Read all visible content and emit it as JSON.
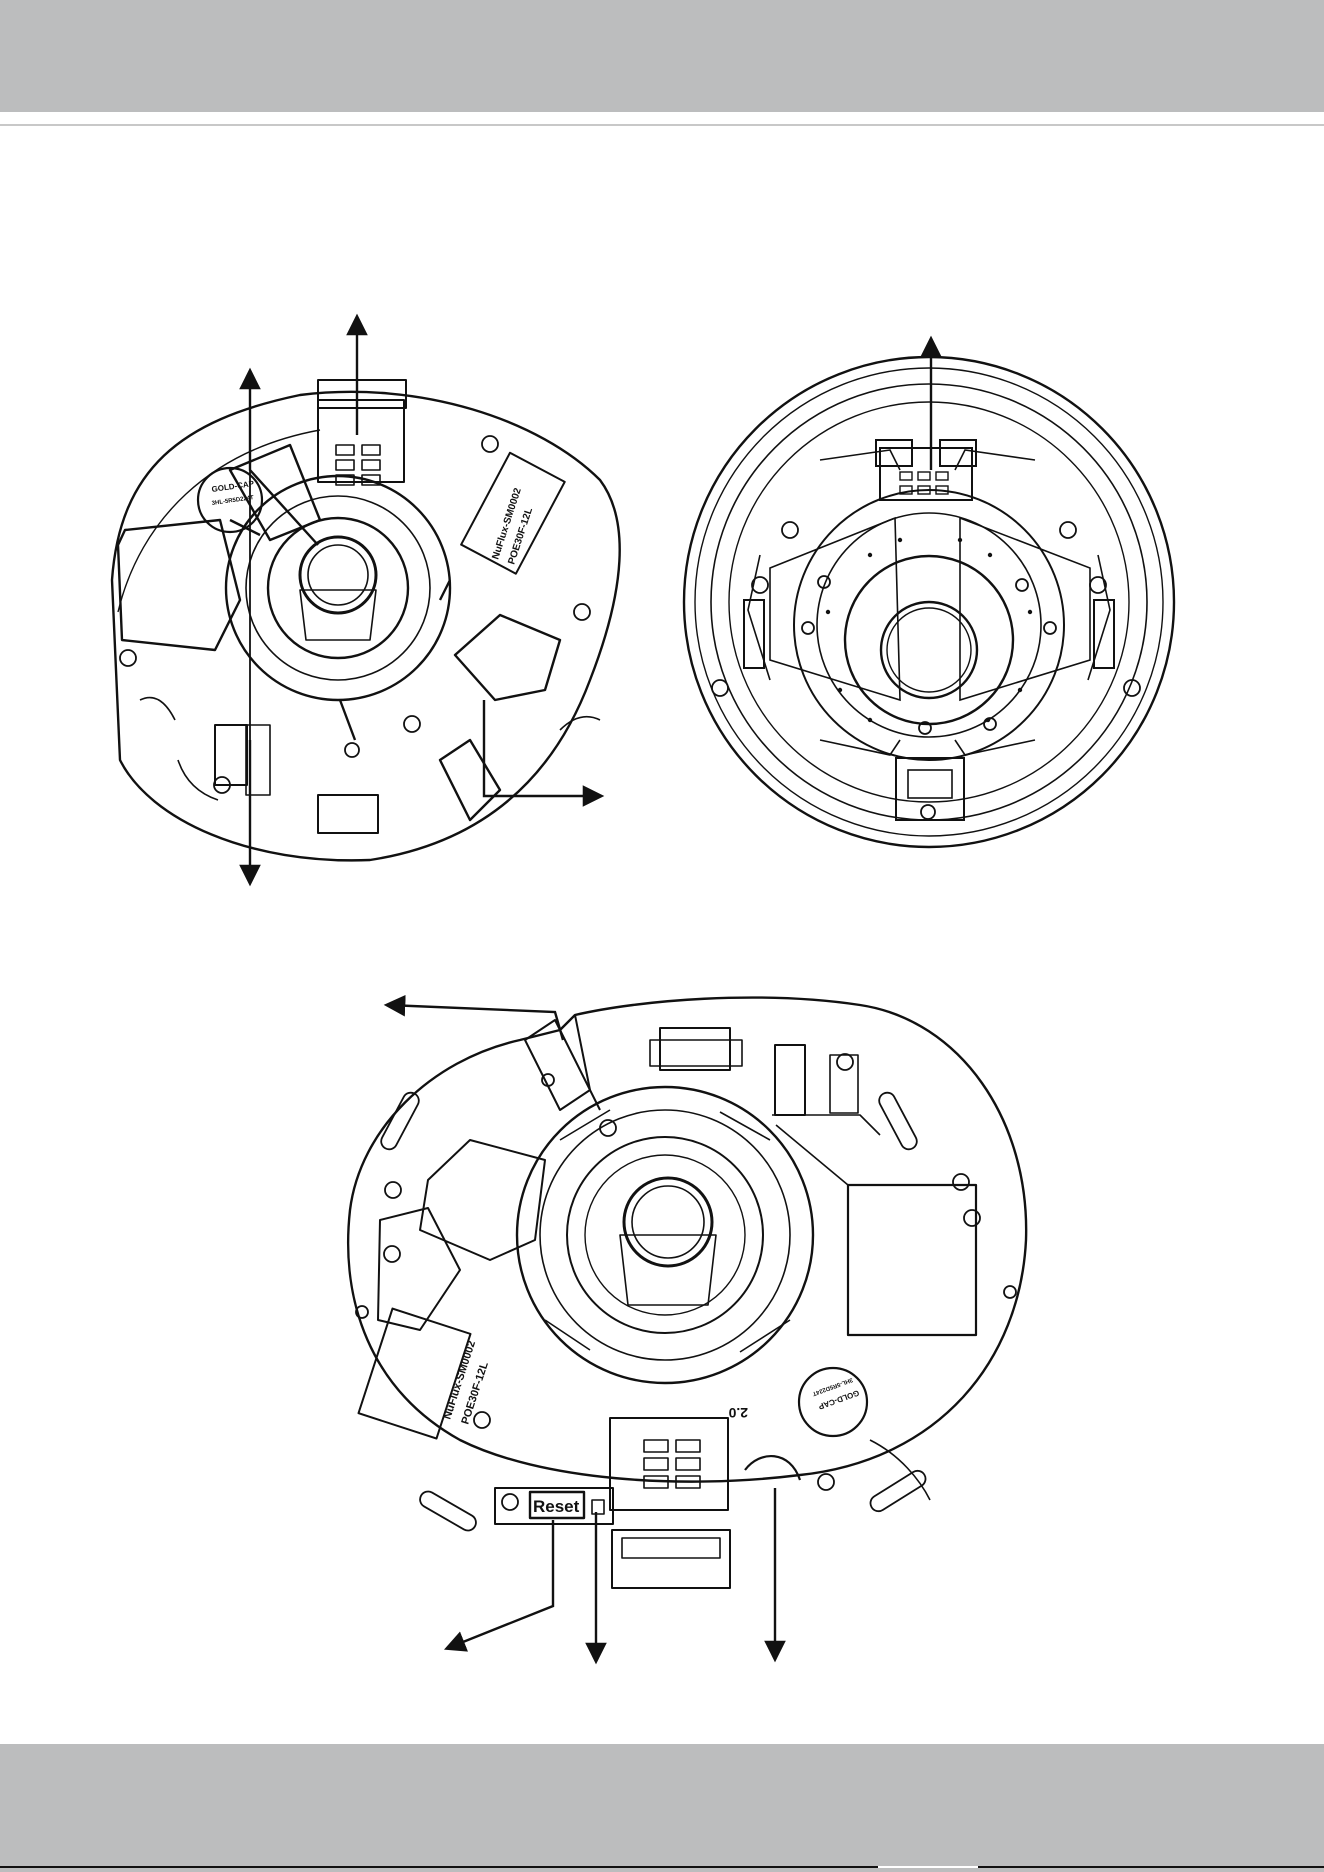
{
  "colors": {
    "header_band": "#bcbdbe",
    "footer_band": "#bcbdbe",
    "line": "#111111"
  },
  "figure_top_left": {
    "label_gold_cap": "GOLD-CAP",
    "label_gold_cap_code": "3HL-5R5D224T",
    "sticker_line1": "NuFlux-SM0002",
    "sticker_line2": "POE30F-12L"
  },
  "figure_bottom": {
    "reset_label": "Reset",
    "version_mark": "2.0",
    "label_gold_cap": "GOLD-CAP",
    "label_gold_cap_code": "3HL-5R5D224T",
    "sticker_line1": "NuFlux-SM0002",
    "sticker_line2": "POE30F-12L"
  }
}
